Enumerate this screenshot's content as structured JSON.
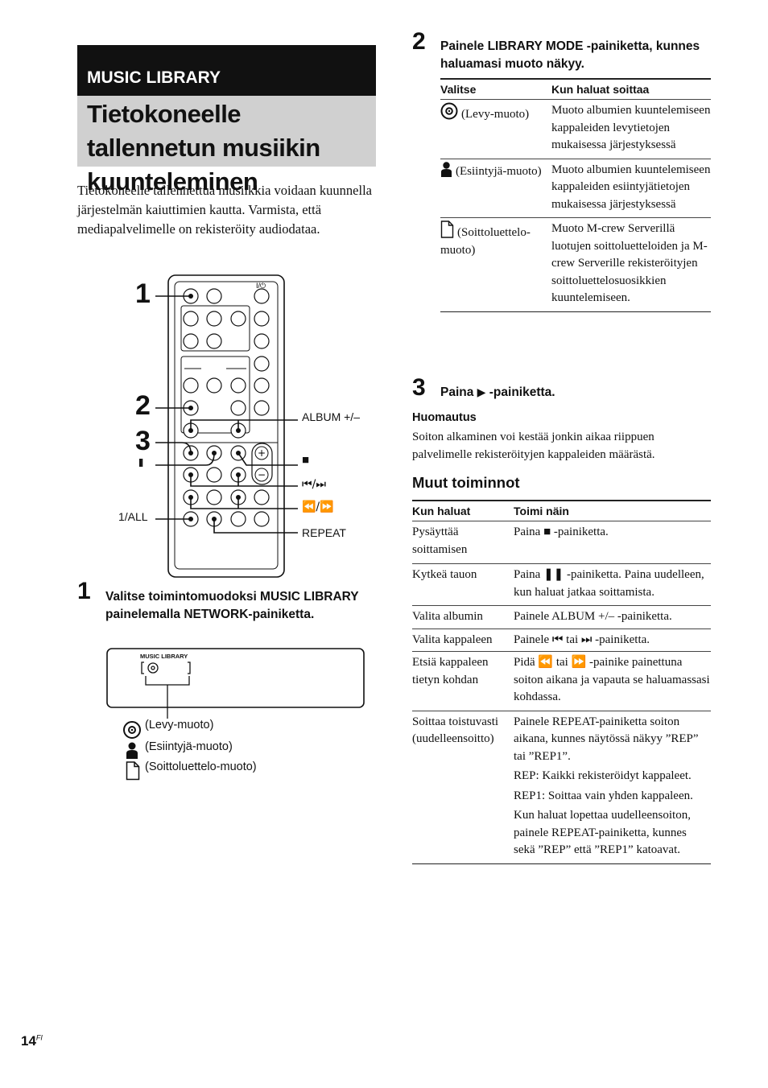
{
  "header": {
    "section": "MUSIC LIBRARY",
    "title": "Tietokoneelle tallennetun musiikin kuunteleminen"
  },
  "intro": "Tietokoneelle tallennettua musiikkia voidaan kuunnella järjestelmän kaiuttimien kautta. Varmista, että mediapalvelimelle on rekisteröity audiodataa.",
  "remote": {
    "callouts": {
      "n1": "1",
      "n2": "2",
      "n3": "3",
      "pause": "II"
    },
    "power_label": "I/⏻",
    "labels": {
      "album": "ALBUM +/–",
      "stop": "■",
      "prev_next": "⏮/⏭",
      "rew_ff": "⏪/⏩",
      "all": "1/ALL",
      "repeat": "REPEAT"
    }
  },
  "step1": {
    "num": "1",
    "text": "Valitse toimintomuodoksi MUSIC LIBRARY painelemalla NETWORK-painiketta.",
    "display_label": "MUSIC  LIBRARY",
    "legend": [
      "(Levy-muoto)",
      "(Esiintyjä-muoto)",
      "(Soittoluettelo-muoto)"
    ]
  },
  "step2": {
    "num": "2",
    "text": "Painele LIBRARY MODE -painiketta, kunnes haluamasi muoto näkyy.",
    "table": {
      "headers": [
        "Valitse",
        "Kun haluat soittaa"
      ],
      "rows": [
        {
          "icon": "disc-icon",
          "select": "(Levy-muoto)",
          "desc": "Muoto albumien kuuntelemiseen kappaleiden levytietojen mukaisessa järjestyksessä"
        },
        {
          "icon": "person-icon",
          "select": "(Esiintyjä-muoto)",
          "desc": "Muoto albumien kuuntelemiseen kappaleiden esiintyjätietojen mukaisessa järjestyksessä"
        },
        {
          "icon": "document-icon",
          "select": "(Soittoluettelo-muoto)",
          "desc": "Muoto M-crew Serverillä luotujen soittoluetteloiden ja M-crew Serverille rekisteröityjen soittoluettelosuosikkien kuuntelemiseen."
        }
      ]
    }
  },
  "step3": {
    "num": "3",
    "text_before": "Paina",
    "symbol": "▶",
    "text_after": "-painiketta."
  },
  "note": {
    "title": "Huomautus",
    "text": "Soiton alkaminen voi kestää jonkin aikaa riippuen palvelimelle rekisteröityjen kappaleiden määrästä."
  },
  "other": {
    "title": "Muut toiminnot",
    "headers": [
      "Kun haluat",
      "Toimi näin"
    ],
    "rows": [
      {
        "want": "Pysäyttää soittamisen",
        "do": [
          "Paina ■ -painiketta."
        ]
      },
      {
        "want": "Kytkeä tauon",
        "do": [
          "Paina ❚❚ -painiketta. Paina uudelleen, kun haluat jatkaa soittamista."
        ]
      },
      {
        "want": "Valita albumin",
        "do": [
          "Painele ALBUM +/– -painiketta."
        ]
      },
      {
        "want": "Valita kappaleen",
        "do": [
          "Painele ⏮ tai ⏭ -painiketta."
        ]
      },
      {
        "want": "Etsiä kappaleen tietyn kohdan",
        "do": [
          "Pidä ⏪ tai ⏩ -painike painettuna soiton aikana ja vapauta se haluamassasi kohdassa."
        ]
      },
      {
        "want": "Soittaa toistuvasti (uudelleensoitto)",
        "do": [
          "Painele REPEAT-painiketta soiton aikana, kunnes näytössä näkyy ”REP” tai ”REP1”.",
          "REP: Kaikki rekisteröidyt kappaleet.",
          "REP1: Soittaa vain yhden kappaleen.",
          "Kun haluat lopettaa uudelleensoiton, painele REPEAT-painiketta, kunnes sekä ”REP” että ”REP1” katoavat."
        ]
      }
    ]
  },
  "footer": {
    "page": "14",
    "lang": "FI"
  }
}
